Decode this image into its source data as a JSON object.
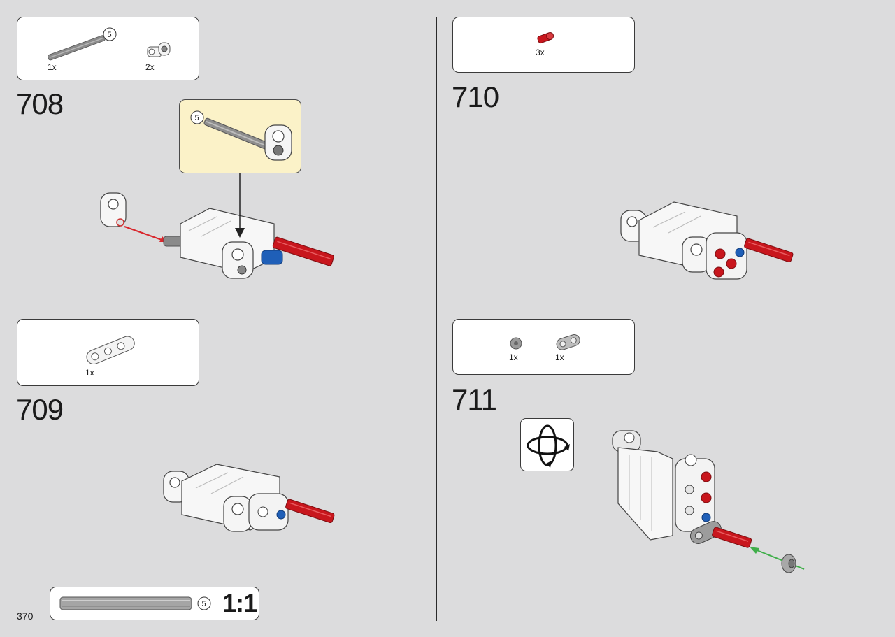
{
  "steps": [
    {
      "number": "708",
      "parts": [
        {
          "qty": "1x",
          "icon": "axle-5-gray"
        },
        {
          "qty": "2x",
          "icon": "axle-pin-connector-white"
        }
      ],
      "callout_axle_length": "5",
      "axle_length": "5"
    },
    {
      "number": "709",
      "parts": [
        {
          "qty": "1x",
          "icon": "beam-3-white"
        }
      ]
    },
    {
      "number": "710",
      "parts": [
        {
          "qty": "3x",
          "icon": "axle-pin-red"
        }
      ]
    },
    {
      "number": "711",
      "parts": [
        {
          "qty": "1x",
          "icon": "bush-gray"
        },
        {
          "qty": "1x",
          "icon": "beam-2-gray"
        }
      ],
      "rotate_icon": "rotate-model-icon"
    }
  ],
  "page_number": "370",
  "scale_bar": {
    "axle_length": "5",
    "label": "1:1"
  },
  "colors": {
    "background": "#dcdcdd",
    "callout": "#fbf2c8",
    "red_arrow": "#d9262c",
    "green_arrow": "#3fae49",
    "red_axle": "#c8161d",
    "blue_pin": "#1f5fb8"
  }
}
